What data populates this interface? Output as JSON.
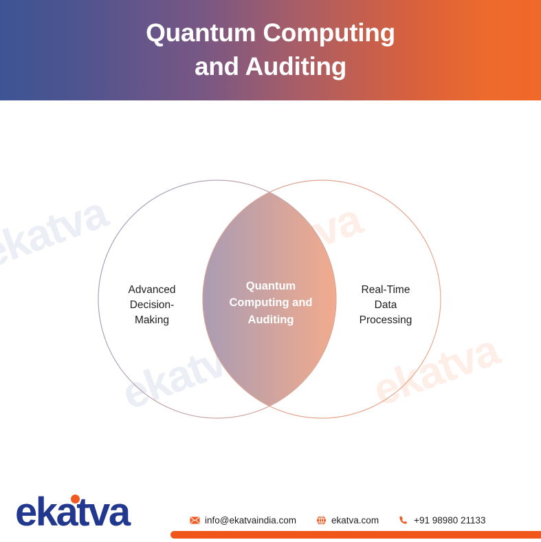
{
  "header": {
    "title_line1": "Quantum Computing",
    "title_line2": "and Auditing",
    "gradient_start": "#3d5494",
    "gradient_mid": "#a85e67",
    "gradient_end": "#f0682a"
  },
  "diagram": {
    "type": "venn",
    "left_circle": {
      "label_line1": "Advanced",
      "label_line2": "Decision-",
      "label_line3": "Making",
      "stroke": "#8c92b8"
    },
    "right_circle": {
      "label_line1": "Real-Time",
      "label_line2": "Data",
      "label_line3": "Processing",
      "stroke": "#e8a187"
    },
    "intersection": {
      "label_line1": "Quantum",
      "label_line2": "Computing and",
      "label_line3": "Auditing",
      "fill_start": "#8d9ac3",
      "fill_end": "#f0a88c",
      "text_color": "#ffffff"
    },
    "watermark_text": "ekatva"
  },
  "footer": {
    "logo_text": "ekatva",
    "logo_color": "#22388f",
    "logo_dot_color": "#f05a22",
    "accent_bar_color": "#f0561a",
    "contacts": [
      {
        "icon": "envelope-icon",
        "text": "info@ekatvaindia.com"
      },
      {
        "icon": "globe-icon",
        "text": "ekatva.com"
      },
      {
        "icon": "phone-icon",
        "text": "+91 98980 21133"
      }
    ]
  }
}
